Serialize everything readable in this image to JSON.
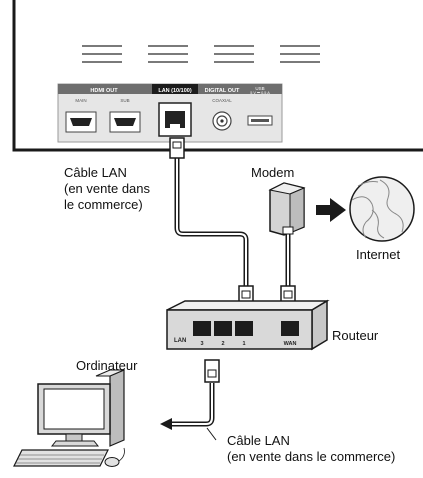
{
  "player": {
    "ports": {
      "hdmi_out": "HDMI OUT",
      "main": "MAIN",
      "sub": "SUB",
      "lan": "LAN (10/100)",
      "digital_out": "DIGITAL OUT",
      "coaxial": "COAXIAL",
      "usb": "USB",
      "usb_rating": "5 V ⎓ 0.5 A"
    }
  },
  "labels": {
    "cable_top_1": "Câble LAN",
    "cable_top_2": "(en vente dans",
    "cable_top_3": "le commerce)",
    "modem": "Modem",
    "internet": "Internet",
    "router": "Routeur",
    "computer": "Ordinateur",
    "cable_bottom_1": "Câble LAN",
    "cable_bottom_2": "(en vente dans le commerce)"
  },
  "router": {
    "lan": "LAN",
    "port1": "1",
    "port2": "2",
    "port3": "3",
    "wan": "WAN"
  },
  "colors": {
    "line": "#1a1a1a",
    "gray_device": "#d9d9d9",
    "dark_label": "#3a3a3a"
  }
}
